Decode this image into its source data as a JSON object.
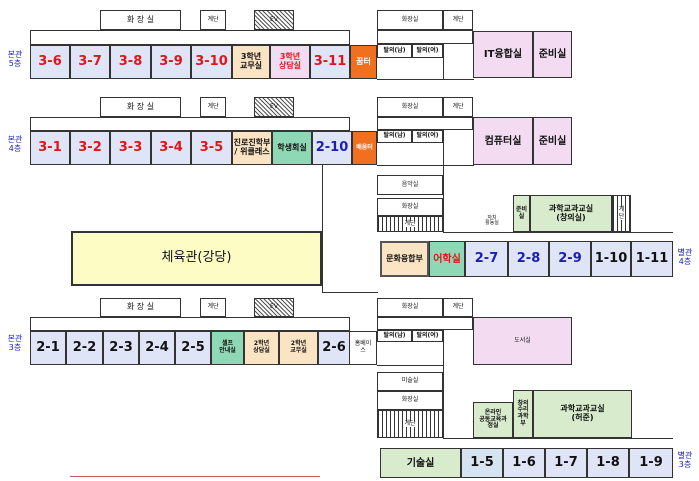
{
  "floor5": {
    "label": "본관\n5층",
    "top": {
      "restroom": "화 장 실",
      "stairs": "계단",
      "ev": "EV",
      "restroom2": "화장실",
      "stairs2": "계단"
    },
    "rooms": [
      "3-6",
      "3-7",
      "3-8",
      "3-9",
      "3-10",
      "3학년\n교무실",
      "3학년\n상담실",
      "3-11",
      "꿈터"
    ],
    "small": [
      "탈의(남)",
      "탈의(여)"
    ],
    "it": "IT융합실",
    "prep": "준비실"
  },
  "floor4": {
    "label": "본관\n4층",
    "top": {
      "restroom": "화 장 실",
      "stairs": "계단",
      "ev": "EV",
      "restroom2": "화장실",
      "stairs2": "계단"
    },
    "rooms": [
      "3-1",
      "3-2",
      "3-3",
      "3-4",
      "3-5",
      "진로진학부\n/ 위클래스",
      "학생회실",
      "2-10",
      "배움터"
    ],
    "small": [
      "탈의(남)",
      "탈의(여)"
    ],
    "computer": "컴퓨터실",
    "prep": "준비실",
    "music": "음악실",
    "restroom3": "화장실",
    "stairs3": "계단",
    "selfstudy": "자치\n활동실",
    "prep2": "준비\n실",
    "science": "과학교과교실\n(창의실)",
    "stairs4": "계\n단"
  },
  "gym": "체육관(강당)",
  "annex4": {
    "label": "별관\n4층",
    "rooms": [
      "문화융합부",
      "어학실",
      "2-7",
      "2-8",
      "2-9",
      "1-10",
      "1-11"
    ]
  },
  "floor3": {
    "label": "본관\n3층",
    "top": {
      "restroom": "화 장 실",
      "stairs": "계단",
      "ev": "EV",
      "restroom2": "화장실",
      "stairs2": "계단"
    },
    "rooms": [
      "2-1",
      "2-2",
      "2-3",
      "2-4",
      "2-5",
      "셀프\n안내실",
      "2학년\n상담실",
      "2학년\n교무실",
      "2-6",
      "홈베이\n스"
    ],
    "small": [
      "탈의(남)",
      "탈의(여)"
    ],
    "library": "도서실",
    "art": "미술실",
    "restroom3": "화장실",
    "stairs3": "계단",
    "online": "온라인\n공동교육과\n정실",
    "math": "창의\n수리\n과학\n부",
    "science": "과학교과교실\n(허준)"
  },
  "annex3": {
    "label": "별관\n3층",
    "rooms": [
      "기술실",
      "1-5",
      "1-6",
      "1-7",
      "1-8",
      "1-9"
    ]
  }
}
